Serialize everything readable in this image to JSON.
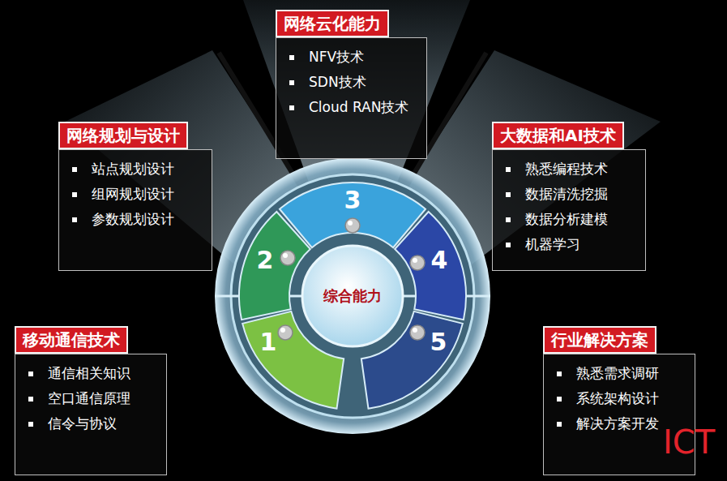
{
  "diagram": {
    "nodes": [
      {
        "text": [
          "网络云化能力",
          "NFV技术",
          "SDN技术",
          "Cloud RAN技术"
        ]
      },
      {
        "text": [
          "网络规划与设计",
          "站点规划设计",
          "组网规划设计",
          "参数规划设计"
        ]
      },
      {
        "text": [
          "大数据和AI技术",
          "熟悉编程技术",
          "数据清洗挖掘",
          "数据分析建模",
          "机器学习"
        ]
      },
      {
        "text": [
          "3"
        ]
      },
      {
        "text": [
          "2"
        ]
      },
      {
        "text": [
          "4"
        ]
      },
      {
        "text": [
          "综合能力"
        ]
      },
      {
        "text": [
          "1"
        ]
      },
      {
        "text": [
          "5"
        ]
      },
      {
        "text": [
          "移动通信技术",
          "通信相关知识",
          "空口通信原理",
          "信令与协议"
        ]
      },
      {
        "text": [
          "行业解决方案",
          "熟悉需求调研",
          "系统架构设计",
          "解决方案开发"
        ]
      }
    ],
    "labels": [
      "ICT"
    ]
  }
}
